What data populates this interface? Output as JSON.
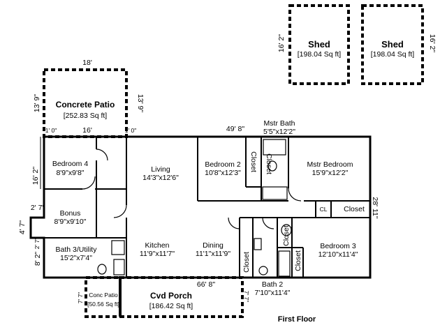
{
  "sheds": [
    {
      "name": "Shed",
      "area": "[198.04 Sq ft]",
      "side_dim": "16' 2\""
    },
    {
      "name": "Shed",
      "area": "[198.04 Sq ft]",
      "side_dim": "16' 2\""
    }
  ],
  "patio": {
    "name": "Concrete Patio",
    "area": "[252.83 Sq ft]",
    "top_dim": "18'",
    "left_dim": "13' 9\"",
    "right_dim": "13' 9\""
  },
  "dims": {
    "top_left_a": "1' 0\"",
    "top_left_b": "16'",
    "top_left_c": "1' 0\"",
    "overall_width": "49' 8\"",
    "right_side": "28' 11\"",
    "left_bedroom4": "16' 2\"",
    "left_bonus_a": "2' 7\"",
    "left_bonus_b": "4' 7\"",
    "left_bath": "8' 2\"",
    "left_bath_b": "2' 7\"",
    "porch_width": "66' 8\"",
    "porch_right": "7' 7\"",
    "conc_left": "7' 7\""
  },
  "rooms": {
    "bedroom4": {
      "name": "Bedroom 4",
      "size": "8'9\"x9'8\""
    },
    "bonus": {
      "name": "Bonus",
      "size": "8'9\"x9'10\""
    },
    "bath3": {
      "name": "Bath 3/Utility",
      "size": "15'2\"x7'4\""
    },
    "living": {
      "name": "Living",
      "size": "14'3\"x12'6\""
    },
    "kitchen": {
      "name": "Kitchen",
      "size": "11'9\"x11'7\""
    },
    "dining": {
      "name": "Dining",
      "size": "11'1\"x11'9\""
    },
    "bedroom2": {
      "name": "Bedroom 2",
      "size": "10'8\"x12'3\""
    },
    "mstr_bath": {
      "name": "Mstr Bath",
      "size": "5'5\"x12'2\""
    },
    "mstr_bedroom": {
      "name": "Mstr Bedroom",
      "size": "15'9\"x12'2\""
    },
    "bedroom3": {
      "name": "Bedroom 3",
      "size": "12'10\"x11'4\""
    },
    "bath2": {
      "name": "Bath 2",
      "size": "7'10\"x11'4\""
    }
  },
  "closets": {
    "closet_a": "Closet",
    "closet_b": "Closet",
    "closet_c": "Closet",
    "closet_d": "Closet",
    "closet_e": "Closet",
    "cl": "CL"
  },
  "porch": {
    "name": "Cvd Porch",
    "area": "[186.42 Sq ft]"
  },
  "conc_patio": {
    "name": "Conc Patio",
    "area": "[50.56 Sq ft]"
  },
  "footer": {
    "floor_label": "First Floor"
  }
}
